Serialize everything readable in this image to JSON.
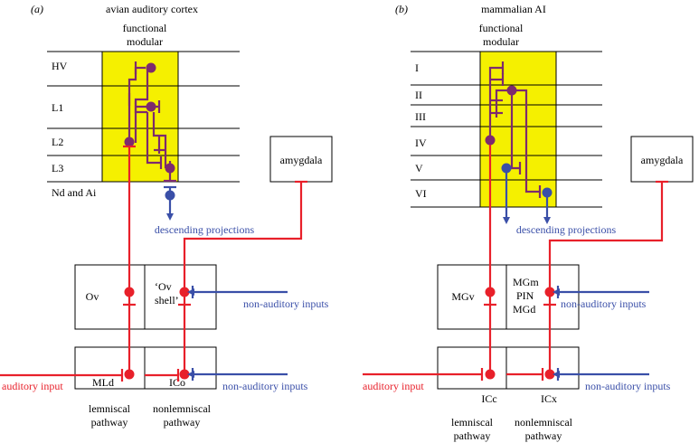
{
  "panel_a": {
    "label": "(a)",
    "title": "avian auditory cortex",
    "module_title_1": "functional",
    "module_title_2": "modular",
    "layers": [
      "HV",
      "L1",
      "L2",
      "L3",
      "Nd and Ai"
    ],
    "amygdala": "amygdala",
    "descending": "descending projections",
    "thal_left": "Ov",
    "thal_right_1": "‘Ov",
    "thal_right_2": "shell’",
    "non_auditory_upper": "non-auditory inputs",
    "mid_left": "MLd",
    "mid_right": "ICo",
    "non_auditory_lower": "non-auditory inputs",
    "auditory_input": "auditory input",
    "lemniscal_1": "lemniscal",
    "lemniscal_2": "pathway",
    "nonlemniscal_1": "nonlemniscal",
    "nonlemniscal_2": "pathway"
  },
  "panel_b": {
    "label": "(b)",
    "title": "mammalian AI",
    "module_title_1": "functional",
    "module_title_2": "modular",
    "layers": [
      "I",
      "II",
      "III",
      "IV",
      "V",
      "VI"
    ],
    "amygdala": "amygdala",
    "descending": "descending projections",
    "thal_left": "MGv",
    "thal_right_1": "MGm",
    "thal_right_2": "PIN",
    "thal_right_3": "MGd",
    "non_auditory_upper": "non-auditory inputs",
    "mid_left": "ICc",
    "mid_right": "ICx",
    "non_auditory_lower": "non-auditory inputs",
    "auditory_input": "auditory input",
    "lemniscal_1": "lemniscal",
    "lemniscal_2": "pathway",
    "nonlemniscal_1": "nonlemniscal",
    "nonlemniscal_2": "pathway"
  },
  "colors": {
    "red": "#e8202a",
    "blue": "#3a4fa8",
    "purple": "#7d2a6e",
    "module_fill": "#f5f000",
    "line": "#000000"
  }
}
